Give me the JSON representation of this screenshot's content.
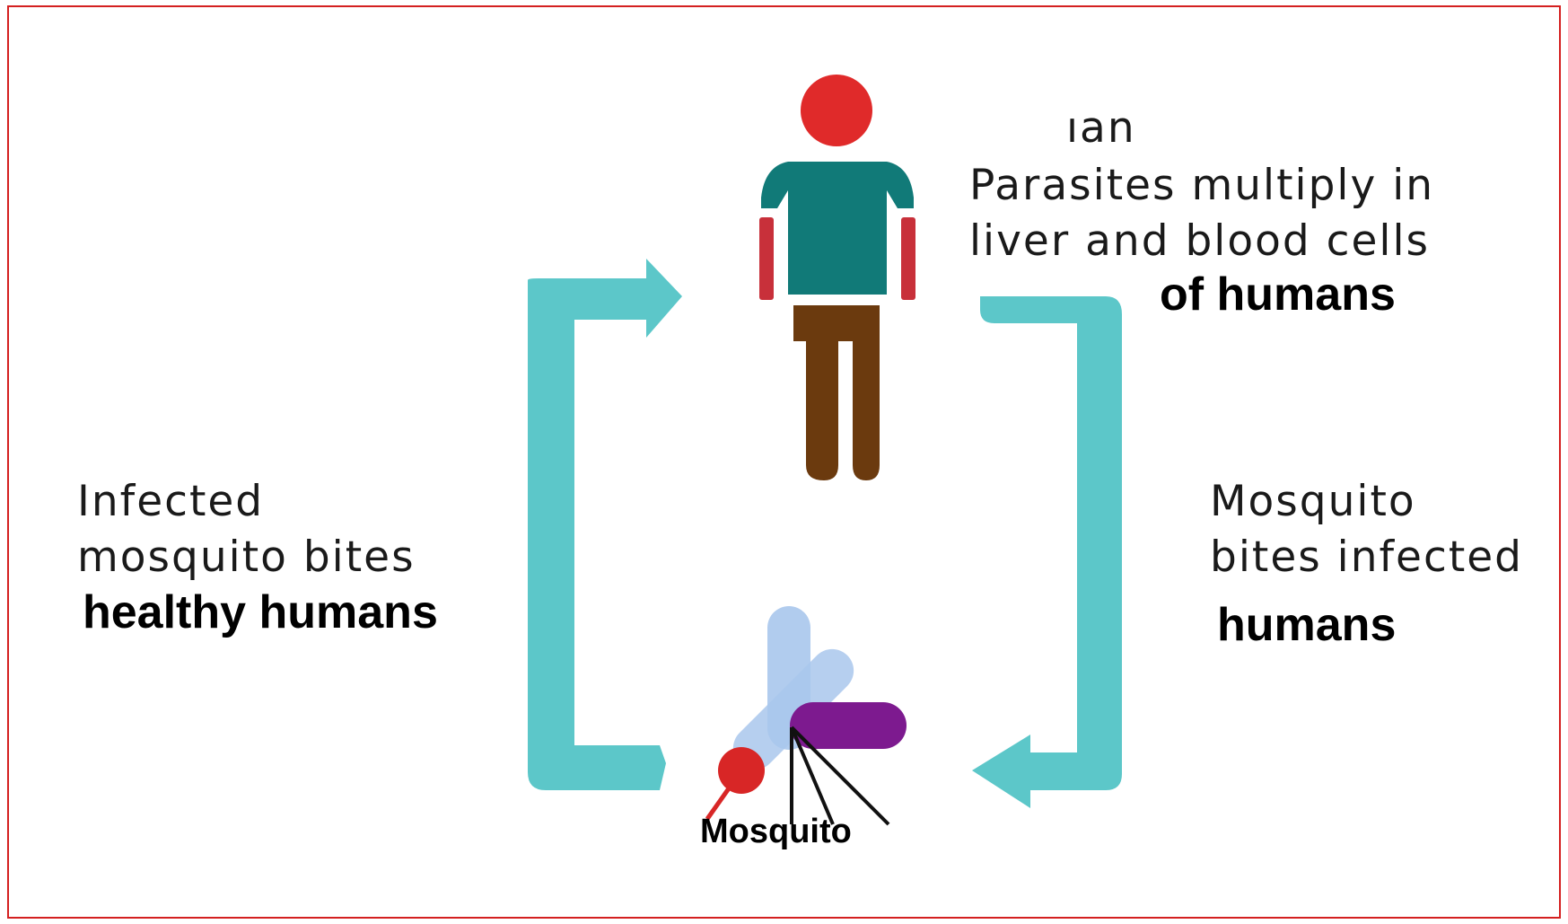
{
  "human_stage": {
    "fragment": "ıan",
    "line1": "Parasites multiply in",
    "line2": "liver and blood cells",
    "emphasis": "of humans"
  },
  "infection_stage": {
    "line1": "Mosquito",
    "line2": "bites infected",
    "emphasis": "humans"
  },
  "transmission_stage": {
    "line1": "Infected",
    "line2": "mosquito bites",
    "emphasis": "healthy humans"
  },
  "mosquito": {
    "label": "Mosquito"
  },
  "colors": {
    "frame": "#d42020",
    "cycle_arrow": "#5cc7c9",
    "head": "#e02a2a",
    "shirt": "#117a78",
    "arms": "#c8303a",
    "legs": "#6b3a0e",
    "mosquito_wings": "#a9c7ec",
    "mosquito_body": "#7d1a8f",
    "parasite": "#d82626"
  }
}
